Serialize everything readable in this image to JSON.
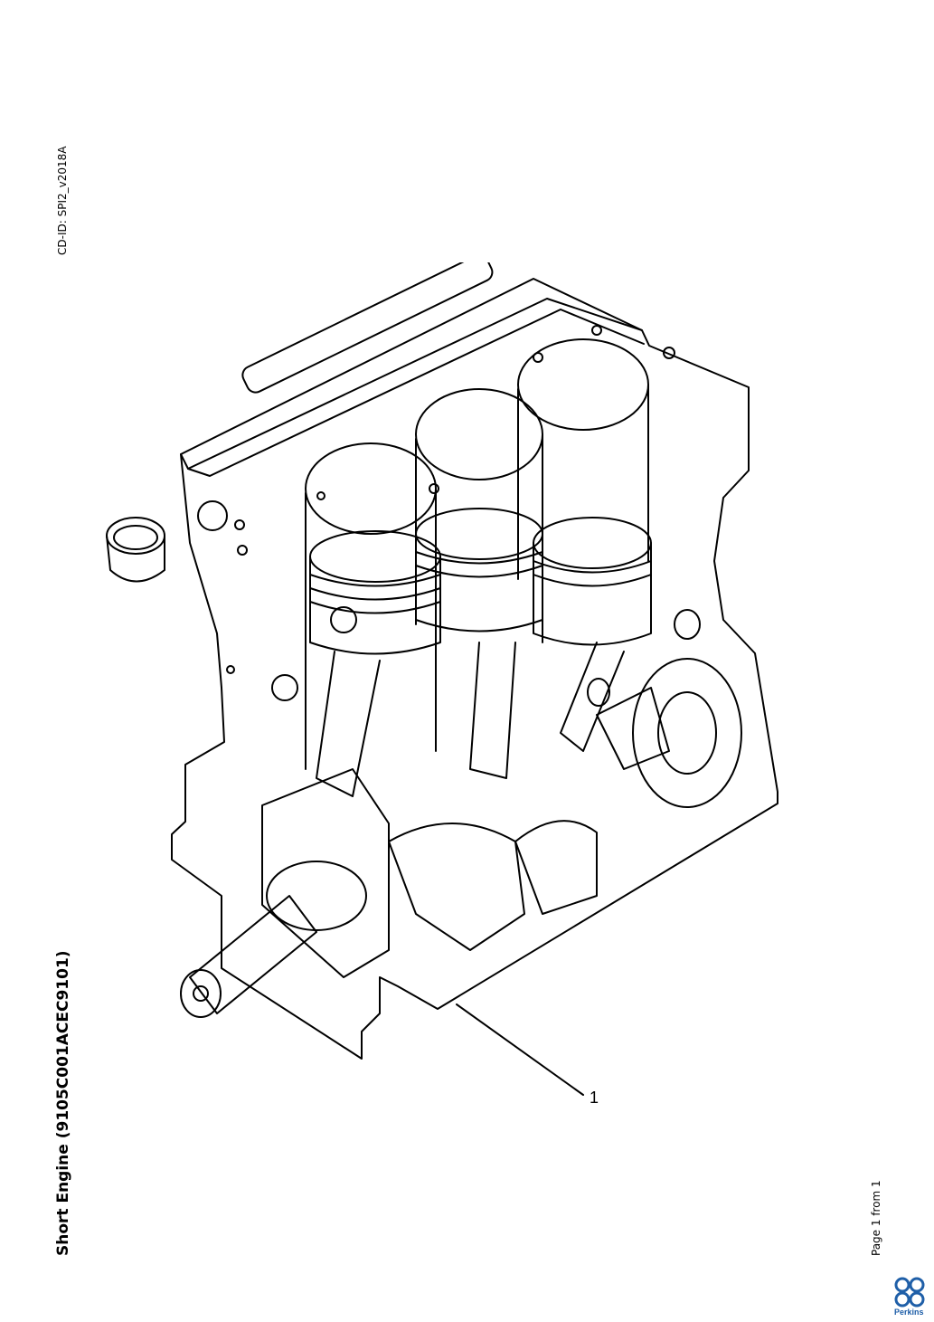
{
  "header": {
    "cd_id": "CD-ID: SPI2_v2018A"
  },
  "title": "Short Engine (9105C001ACEC9101)",
  "footer": {
    "page": "Page 1 from 1",
    "brand": "Perkins"
  },
  "drawing": {
    "callouts": [
      {
        "label": "1"
      }
    ]
  },
  "colors": {
    "line": "#000000",
    "brand": "#1f5fa8"
  }
}
